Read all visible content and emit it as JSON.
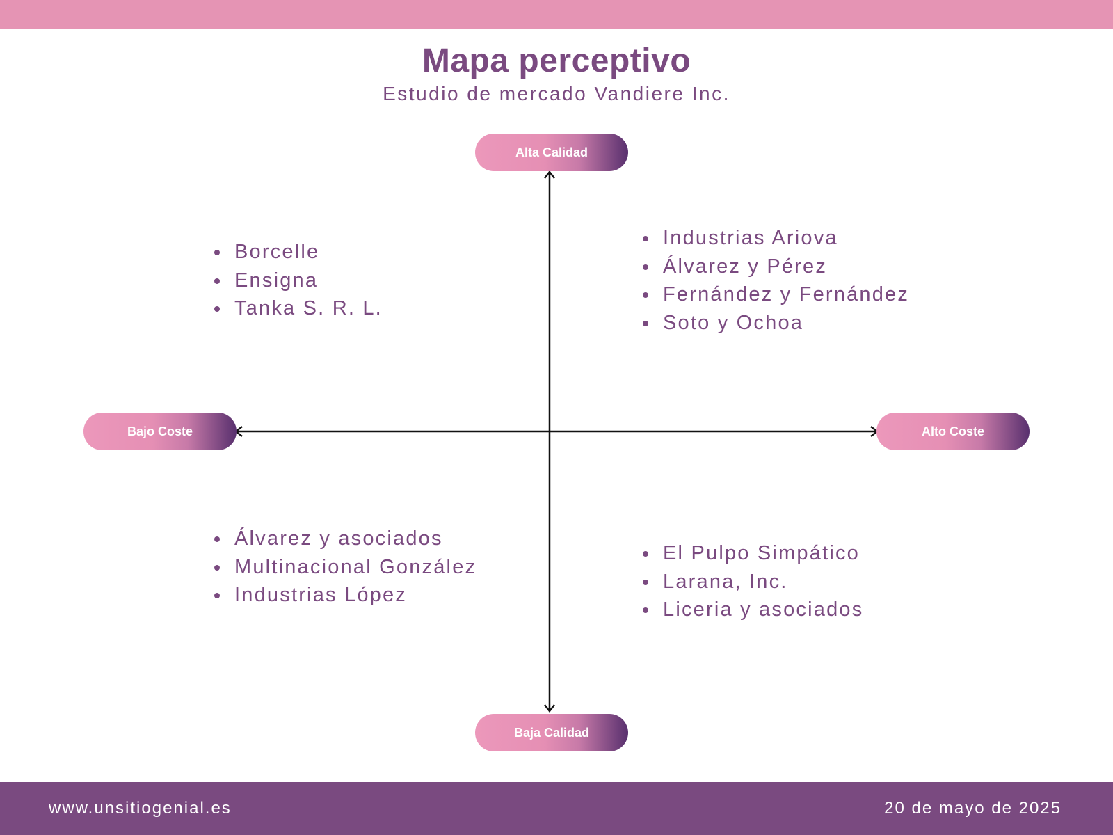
{
  "header": {
    "title": "Mapa perceptivo",
    "subtitle": "Estudio de mercado Vandiere Inc."
  },
  "axes": {
    "top": "Alta Calidad",
    "bottom": "Baja Calidad",
    "left": "Bajo Coste",
    "right": "Alto Coste"
  },
  "quadrants": {
    "top_left": [
      "Borcelle",
      "Ensigna",
      "Tanka S. R. L."
    ],
    "top_right": [
      "Industrias Ariova",
      "Álvarez y Pérez",
      "Fernández y Fernández",
      "Soto y Ochoa"
    ],
    "bottom_left": [
      "Álvarez y asociados",
      "Multinacional González",
      "Industrias López"
    ],
    "bottom_right": [
      "El Pulpo Simpático",
      "Larana, Inc.",
      "Liceria y asociados"
    ]
  },
  "footer": {
    "website": "www.unsitiogenial.es",
    "date": "20 de mayo de 2025"
  },
  "colors": {
    "accent_pink": "#e594b4",
    "accent_purple": "#7a4a80",
    "pill_dark": "#58306e"
  }
}
